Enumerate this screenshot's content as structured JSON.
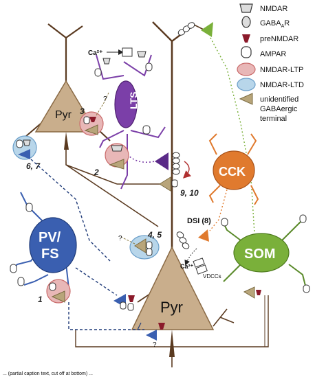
{
  "legend": {
    "items": [
      {
        "icon": "nmdar-icon",
        "label": "NMDAR"
      },
      {
        "icon": "gabaar-icon",
        "label": "GABAAR"
      },
      {
        "icon": "prenmdar-icon",
        "label": "preNMDAR"
      },
      {
        "icon": "ampar-icon",
        "label": "AMPAR"
      },
      {
        "icon": "nmdar-ltp-icon",
        "label": "NMDAR-LTP"
      },
      {
        "icon": "nmdar-ltd-icon",
        "label": "NMDAR-LTD"
      },
      {
        "icon": "gabaergic-terminal-icon",
        "label": "unidentified",
        "label2": "GABAergic",
        "label3": "terminal"
      }
    ],
    "colors": {
      "ltp": "#e8b7b7",
      "ltd": "#b8d6ea"
    }
  },
  "cells": {
    "pyr_small": {
      "label": "Pyr",
      "color": "#c9ae8c"
    },
    "pyr_large": {
      "label": "Pyr",
      "color": "#c9ae8c"
    },
    "lts": {
      "label": "LTS",
      "color": "#7b3fa8"
    },
    "pvfs": {
      "label1": "PV/",
      "label2": "FS",
      "color": "#3a5fb0"
    },
    "cck": {
      "label": "CCK",
      "color": "#e07a2e"
    },
    "som": {
      "label": "SOM",
      "color": "#7ab03a"
    }
  },
  "annotations": {
    "n1": "1",
    "n2": "2",
    "n3": "3",
    "n45": "4, 5",
    "n67": "6, 7",
    "n910": "9, 10",
    "dsi": "DSI (8)",
    "ca_top": "Ca²⁺",
    "ca_mid": "Ca²⁺",
    "vdcc": "VDCCs",
    "q1": "?",
    "q2": "?",
    "q3": "?"
  },
  "caption": "... (partial caption text, cut off at bottom) ..."
}
